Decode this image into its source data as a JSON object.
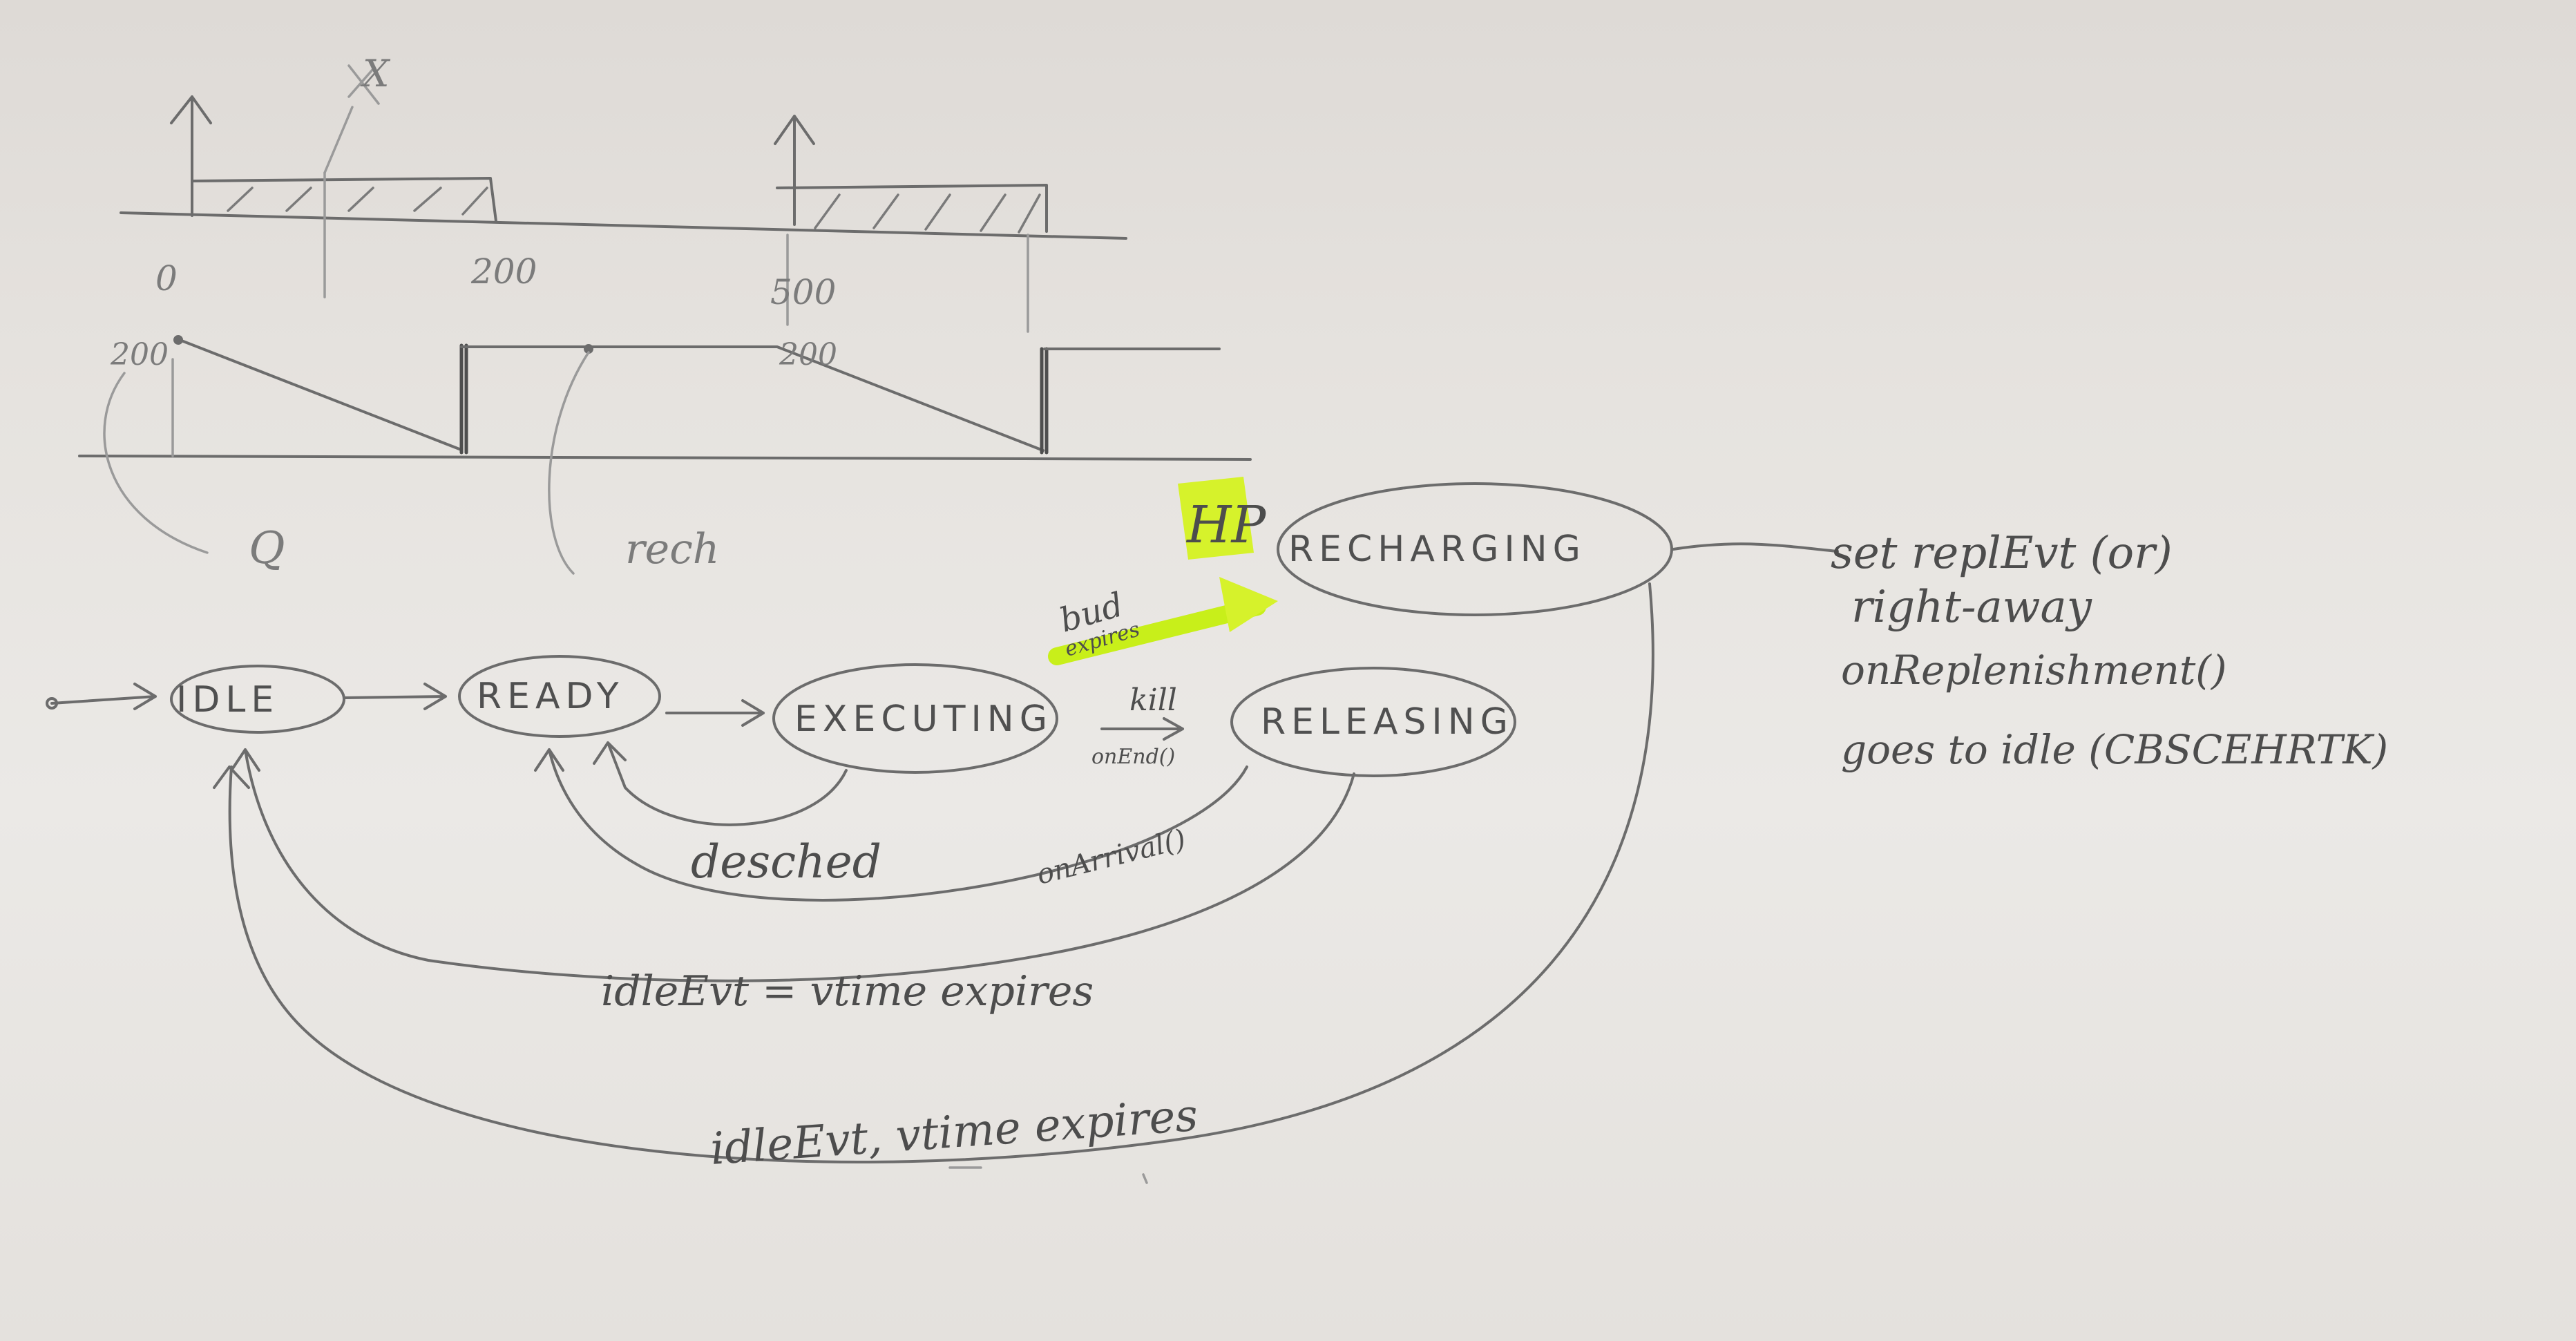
{
  "timeline": {
    "tick_0": "0",
    "tick_200": "200",
    "tick_500": "500",
    "budget_start": "200",
    "budget_refill": "200",
    "mark_x": "X",
    "label_q": "Q",
    "label_rech": "rech"
  },
  "states": {
    "idle": "IDLE",
    "ready": "READY",
    "executing": "EXECUTING",
    "releasing": "RELEASING",
    "recharging": "RECHARGING"
  },
  "transitions": {
    "kill": "kill",
    "on_end": "onEnd()",
    "desched": "desched",
    "on_arrival": "onArrival()",
    "budget": "bud",
    "expires": "expires",
    "idle_evt_1": "idleEvt = vtime expires",
    "idle_evt_2": "idleEvt, vtime expires"
  },
  "highlight": {
    "hp": "HP"
  },
  "note": {
    "line1": "set replEvt (or)",
    "line2": "right-away",
    "line3": "onReplenishment()",
    "line4": "goes to idle (CBSCEHRTK)"
  }
}
